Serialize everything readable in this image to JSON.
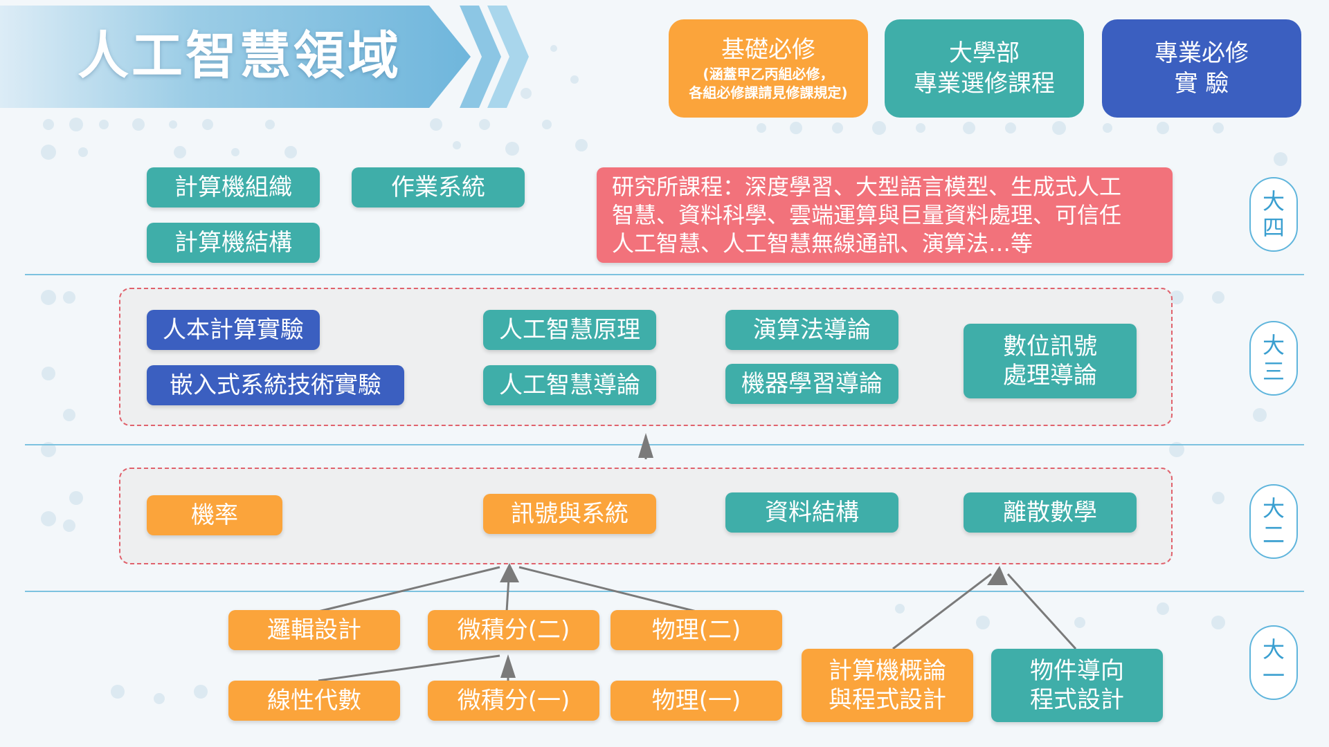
{
  "title": "人工智慧領域",
  "legend": [
    {
      "line1": "基礎必修",
      "line2a": "(涵蓋甲乙丙組必修，",
      "line2b": "各組必修課請見修課規定)",
      "color": "#fba43b"
    },
    {
      "line1": "大學部",
      "line2": "專業選修課程",
      "color": "#3faea9"
    },
    {
      "line1": "專業必修",
      "line2": "實 驗",
      "color": "#3b5fc0"
    }
  ],
  "years": {
    "y4": [
      "大",
      "四"
    ],
    "y3": [
      "大",
      "三"
    ],
    "y2": [
      "大",
      "二"
    ],
    "y1": [
      "大",
      "一"
    ]
  },
  "senior": {
    "comp_org": "計算機組織",
    "os": "作業系統",
    "comp_arch": "計算機結構",
    "research_lines": [
      "研究所課程：深度學習、大型語言模型、生成式人工",
      "智慧、資料科學、雲端運算與巨量資料處理、可信任",
      "人工智慧、人工智慧無線通訊、演算法…等"
    ]
  },
  "junior": {
    "hci_lab": "人本計算實驗",
    "embedded_lab": "嵌入式系統技術實驗",
    "ai_principles": "人工智慧原理",
    "ai_intro": "人工智慧導論",
    "algo_intro": "演算法導論",
    "ml_intro": "機器學習導論",
    "dsp_line1": "數位訊號",
    "dsp_line2": "處理導論"
  },
  "sophomore": {
    "probability": "機率",
    "signals": "訊號與系統",
    "data_struct": "資料結構",
    "discrete": "離散數學"
  },
  "freshman": {
    "logic": "邏輯設計",
    "calc2": "微積分(二)",
    "phys2": "物理(二)",
    "linear": "線性代數",
    "calc1": "微積分(一)",
    "phys1": "物理(一)",
    "intro_cs_line1": "計算機概論",
    "intro_cs_line2": "與程式設計",
    "oop_line1": "物件導向",
    "oop_line2": "程式設計"
  },
  "colors": {
    "required_basic": "#fba43b",
    "elective": "#3faea9",
    "required_lab": "#3b5fc0",
    "graduate": "#f2727b",
    "arrow": "#7a7a7a",
    "separator": "#7cc2df"
  }
}
